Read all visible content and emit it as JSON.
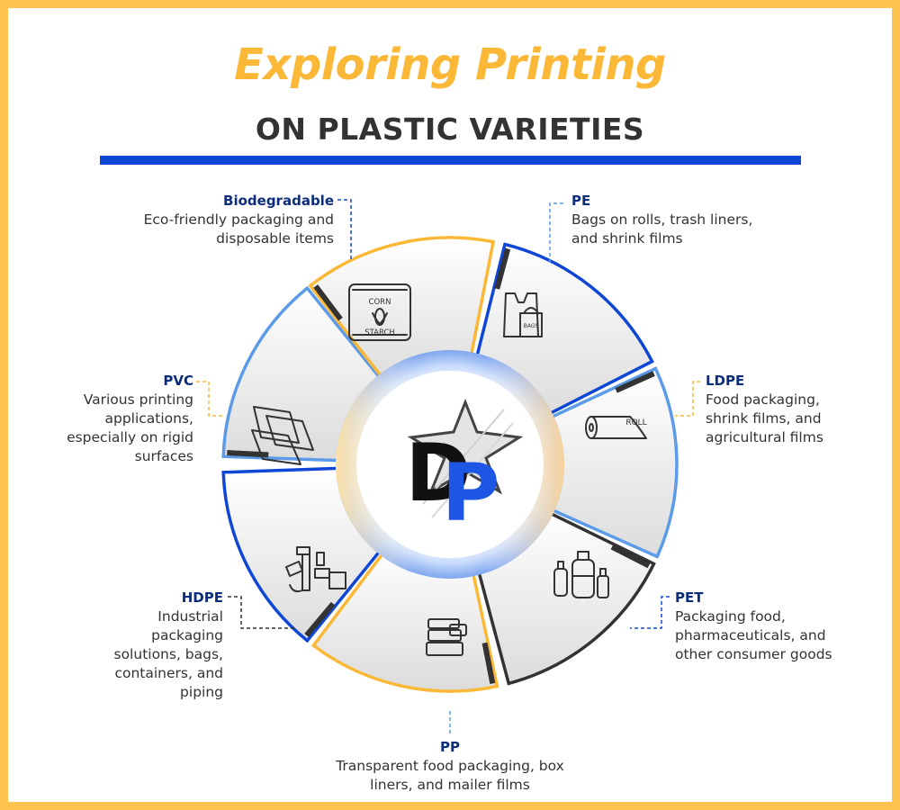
{
  "title": "Exploring Printing",
  "subtitle": "ON PLASTIC VARIETIES",
  "colors": {
    "title": "#fbb836",
    "border": "#fec24f",
    "blue": "#0e46d6",
    "light_blue": "#5b9be8",
    "dark": "#333333",
    "label_title": "#0c2c7c"
  },
  "segments": [
    {
      "id": "pe",
      "name": "PE",
      "description": "Bags on rolls, trash liners, and shrink films",
      "icon": "shopping-bags-icon",
      "icon_text": "BAGS"
    },
    {
      "id": "ldpe",
      "name": "LDPE",
      "description": "Food packaging, shrink films, and agricultural films",
      "icon": "film-roll-icon",
      "icon_text": "ROLL"
    },
    {
      "id": "pet",
      "name": "PET",
      "description": "Packaging food, pharmaceuticals, and other consumer goods",
      "icon": "plastic-bottles-icon"
    },
    {
      "id": "pp",
      "name": "PP",
      "description": "Transparent food packaging, box liners, and mailer films",
      "icon": "food-containers-icon"
    },
    {
      "id": "hdpe",
      "name": "HDPE",
      "description": "Industrial packaging solutions, bags, containers, and piping",
      "icon": "pipe-fittings-icon"
    },
    {
      "id": "pvc",
      "name": "PVC",
      "description": "Various printing applications, especially on rigid surfaces",
      "icon": "rigid-sheets-icon"
    },
    {
      "id": "bio",
      "name": "Biodegradable",
      "description": "Eco-friendly packaging and disposable items",
      "icon": "corn-starch-bag-icon",
      "icon_text": [
        "CORN",
        "STARCH"
      ]
    }
  ],
  "center_logo": {
    "letters": [
      "D",
      "P"
    ],
    "icon": "star-logo-icon"
  }
}
